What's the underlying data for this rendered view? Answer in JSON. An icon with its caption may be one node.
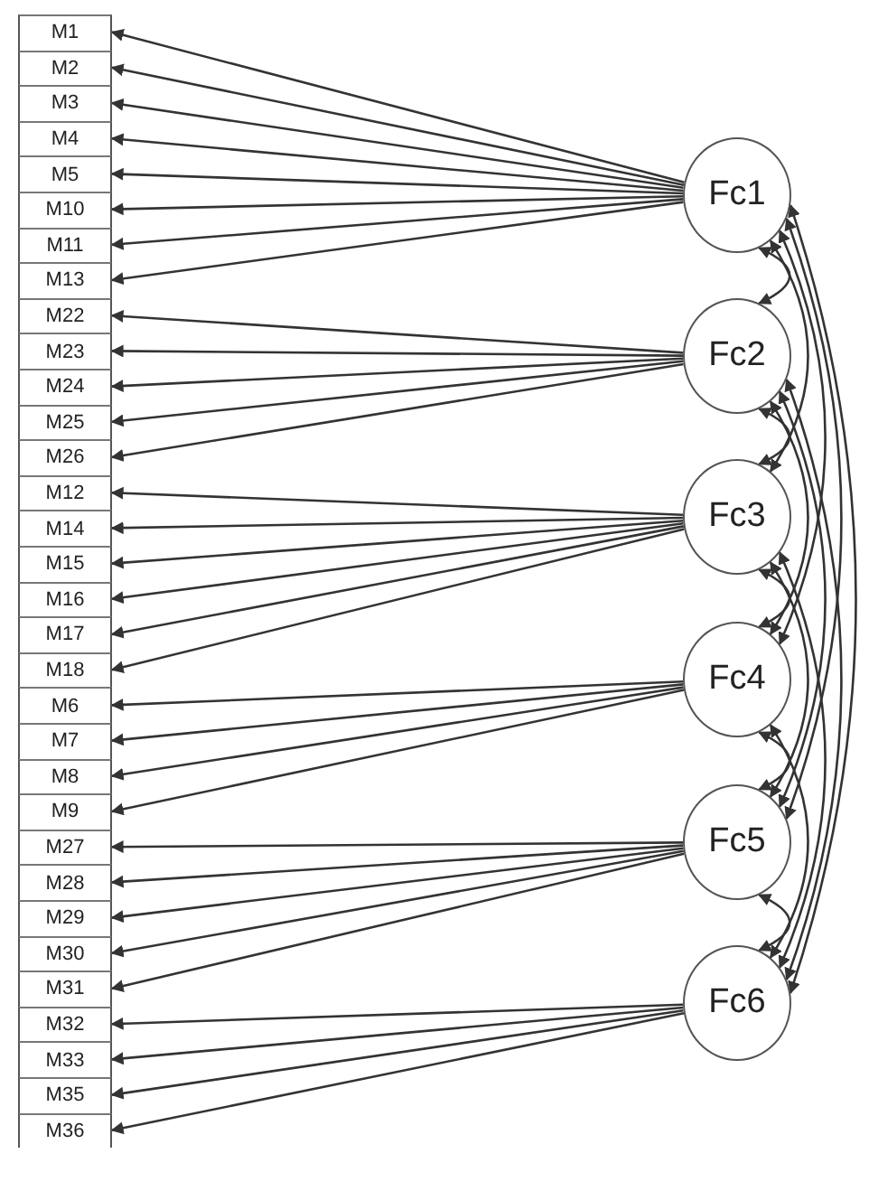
{
  "diagram": {
    "nodes": [
      {
        "text": [
          "M1"
        ]
      },
      {
        "text": [
          "M2"
        ]
      },
      {
        "text": [
          "M3"
        ]
      },
      {
        "text": [
          "M4"
        ]
      },
      {
        "text": [
          "M5"
        ]
      },
      {
        "text": [
          "M10"
        ]
      },
      {
        "text": [
          "M11"
        ]
      },
      {
        "text": [
          "M13"
        ]
      },
      {
        "text": [
          "M22"
        ]
      },
      {
        "text": [
          "M23"
        ]
      },
      {
        "text": [
          "M24"
        ]
      },
      {
        "text": [
          "M25"
        ]
      },
      {
        "text": [
          "M26"
        ]
      },
      {
        "text": [
          "M12"
        ]
      },
      {
        "text": [
          "M14"
        ]
      },
      {
        "text": [
          "M15"
        ]
      },
      {
        "text": [
          "M16"
        ]
      },
      {
        "text": [
          "M17"
        ]
      },
      {
        "text": [
          "M18"
        ]
      },
      {
        "text": [
          "M6"
        ]
      },
      {
        "text": [
          "M7"
        ]
      },
      {
        "text": [
          "M8"
        ]
      },
      {
        "text": [
          "M9"
        ]
      },
      {
        "text": [
          "M27"
        ]
      },
      {
        "text": [
          "M28"
        ]
      },
      {
        "text": [
          "M29"
        ]
      },
      {
        "text": [
          "M30"
        ]
      },
      {
        "text": [
          "M31"
        ]
      },
      {
        "text": [
          "M32"
        ]
      },
      {
        "text": [
          "M33"
        ]
      },
      {
        "text": [
          "M35"
        ]
      },
      {
        "text": [
          "M36"
        ]
      },
      {
        "text": [
          "Fc1"
        ]
      },
      {
        "text": [
          "Fc2"
        ]
      },
      {
        "text": [
          "Fc3"
        ]
      },
      {
        "text": [
          "Fc4"
        ]
      },
      {
        "text": [
          "Fc5"
        ]
      },
      {
        "text": [
          "Fc6"
        ]
      }
    ],
    "edges": [
      {
        "from": 32,
        "to": 0,
        "arrow": "to"
      },
      {
        "from": 32,
        "to": 1,
        "arrow": "to"
      },
      {
        "from": 32,
        "to": 2,
        "arrow": "to"
      },
      {
        "from": 32,
        "to": 3,
        "arrow": "to"
      },
      {
        "from": 32,
        "to": 4,
        "arrow": "to"
      },
      {
        "from": 32,
        "to": 5,
        "arrow": "to"
      },
      {
        "from": 32,
        "to": 6,
        "arrow": "to"
      },
      {
        "from": 32,
        "to": 7,
        "arrow": "to"
      },
      {
        "from": 33,
        "to": 8,
        "arrow": "to"
      },
      {
        "from": 33,
        "to": 9,
        "arrow": "to"
      },
      {
        "from": 33,
        "to": 10,
        "arrow": "to"
      },
      {
        "from": 33,
        "to": 11,
        "arrow": "to"
      },
      {
        "from": 33,
        "to": 12,
        "arrow": "to"
      },
      {
        "from": 34,
        "to": 13,
        "arrow": "to"
      },
      {
        "from": 34,
        "to": 14,
        "arrow": "to"
      },
      {
        "from": 34,
        "to": 15,
        "arrow": "to"
      },
      {
        "from": 34,
        "to": 16,
        "arrow": "to"
      },
      {
        "from": 34,
        "to": 17,
        "arrow": "to"
      },
      {
        "from": 34,
        "to": 18,
        "arrow": "to"
      },
      {
        "from": 35,
        "to": 19,
        "arrow": "to"
      },
      {
        "from": 35,
        "to": 20,
        "arrow": "to"
      },
      {
        "from": 35,
        "to": 21,
        "arrow": "to"
      },
      {
        "from": 35,
        "to": 22,
        "arrow": "to"
      },
      {
        "from": 36,
        "to": 23,
        "arrow": "to"
      },
      {
        "from": 36,
        "to": 24,
        "arrow": "to"
      },
      {
        "from": 36,
        "to": 25,
        "arrow": "to"
      },
      {
        "from": 36,
        "to": 26,
        "arrow": "to"
      },
      {
        "from": 36,
        "to": 27,
        "arrow": "to"
      },
      {
        "from": 37,
        "to": 28,
        "arrow": "to"
      },
      {
        "from": 37,
        "to": 29,
        "arrow": "to"
      },
      {
        "from": 37,
        "to": 30,
        "arrow": "to"
      },
      {
        "from": 37,
        "to": 31,
        "arrow": "to"
      },
      {
        "from": 32,
        "to": 33,
        "arrow": "both"
      },
      {
        "from": 32,
        "to": 34,
        "arrow": "both"
      },
      {
        "from": 32,
        "to": 35,
        "arrow": "both"
      },
      {
        "from": 32,
        "to": 36,
        "arrow": "both"
      },
      {
        "from": 32,
        "to": 37,
        "arrow": "both"
      },
      {
        "from": 33,
        "to": 34,
        "arrow": "both"
      },
      {
        "from": 33,
        "to": 35,
        "arrow": "both"
      },
      {
        "from": 33,
        "to": 36,
        "arrow": "both"
      },
      {
        "from": 33,
        "to": 37,
        "arrow": "both"
      },
      {
        "from": 34,
        "to": 35,
        "arrow": "both"
      },
      {
        "from": 34,
        "to": 36,
        "arrow": "both"
      },
      {
        "from": 34,
        "to": 37,
        "arrow": "both"
      },
      {
        "from": 35,
        "to": 36,
        "arrow": "both"
      },
      {
        "from": 35,
        "to": 37,
        "arrow": "both"
      },
      {
        "from": 36,
        "to": 37,
        "arrow": "both"
      }
    ]
  }
}
